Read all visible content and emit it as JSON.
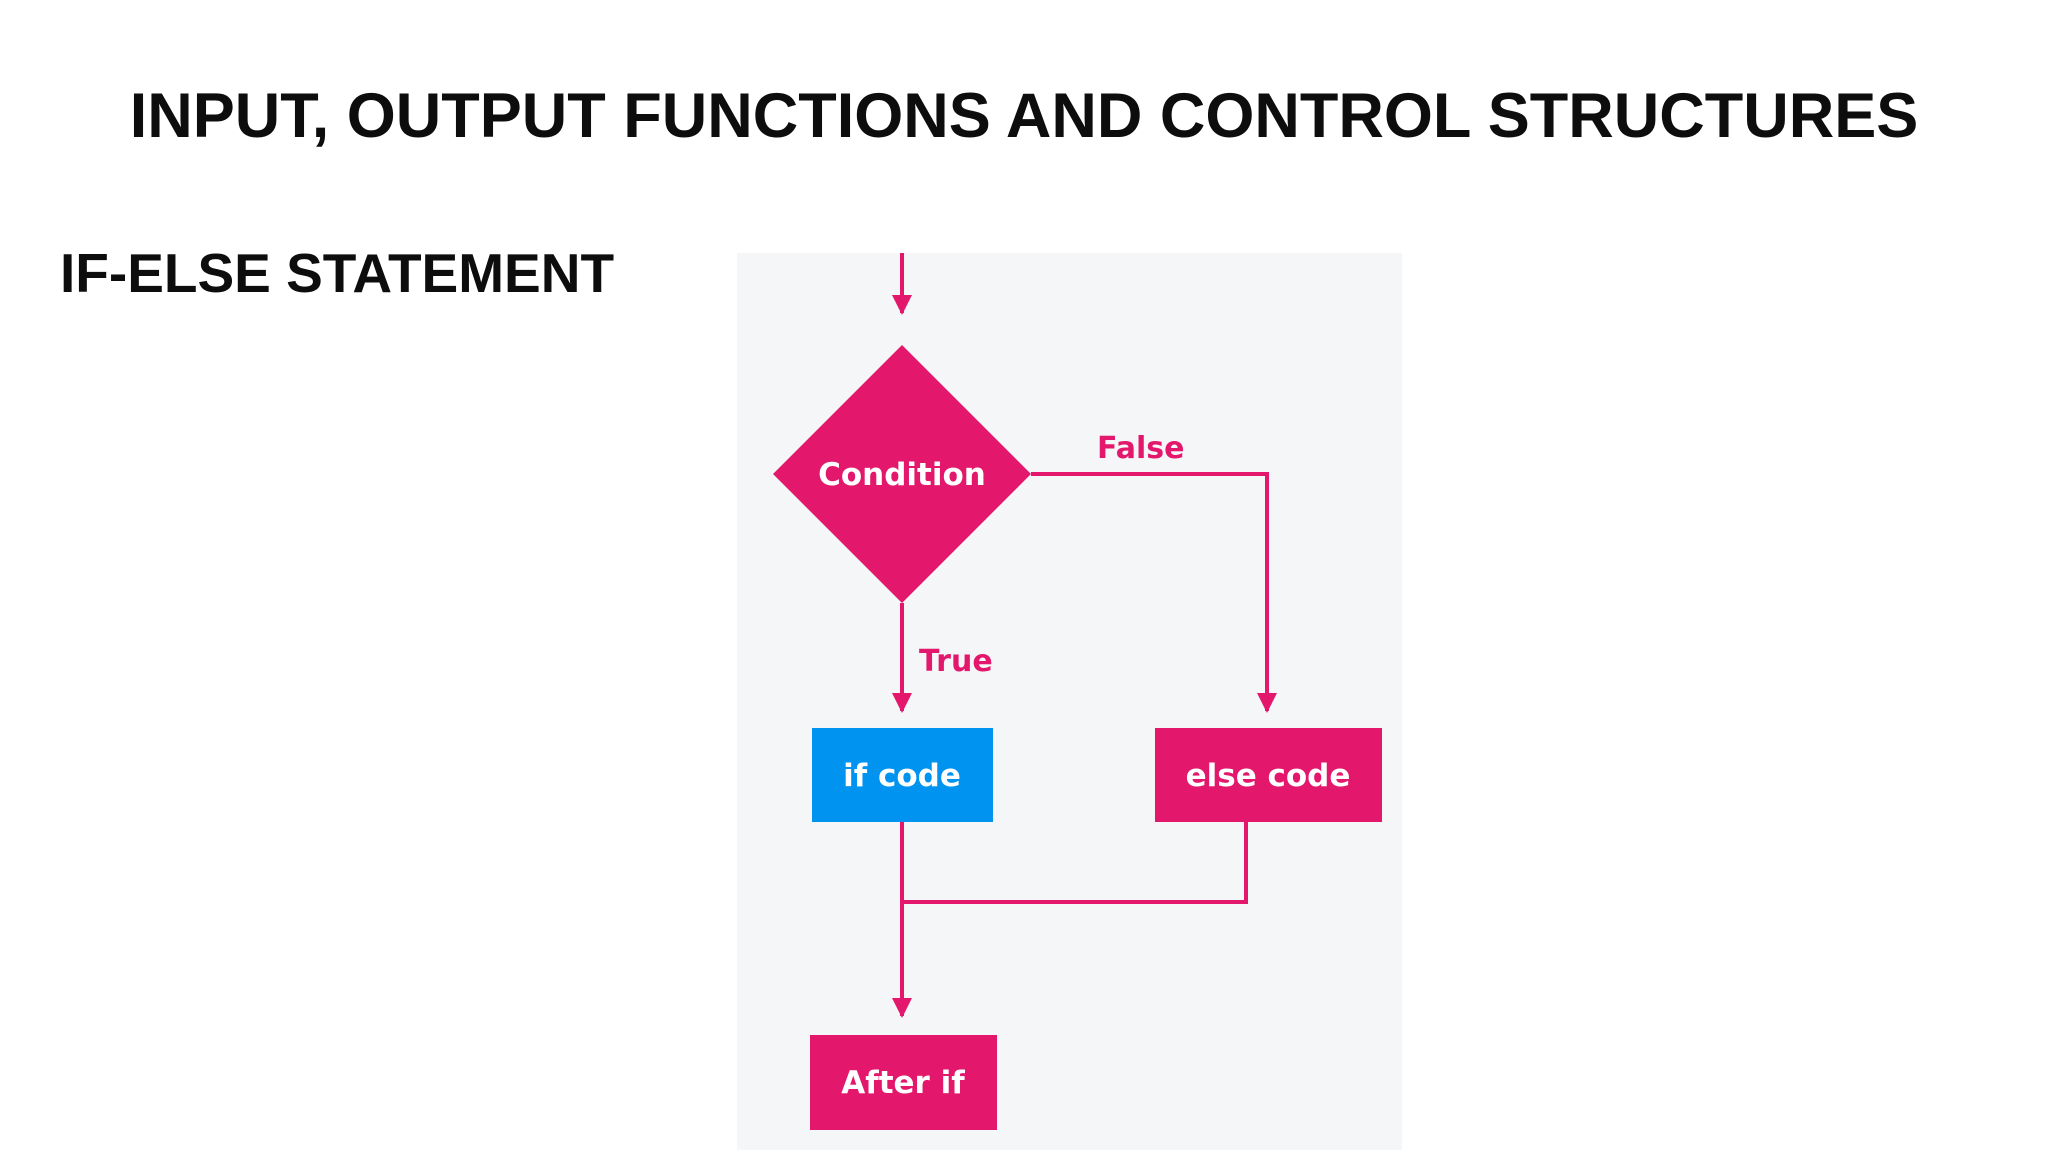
{
  "slide": {
    "title": "INPUT, OUTPUT FUNCTIONS AND CONTROL STRUCTURES",
    "subtitle": "IF-ELSE STATEMENT"
  },
  "flowchart": {
    "condition_label": "Condition",
    "false_label": "False",
    "true_label": "True",
    "if_block_label": "if code",
    "else_block_label": "else code",
    "after_block_label": "After if",
    "colors": {
      "primary": "#e3186c",
      "if_block": "#0094f0",
      "background": "#f5f6f8",
      "block_text": "#ffffff"
    }
  }
}
